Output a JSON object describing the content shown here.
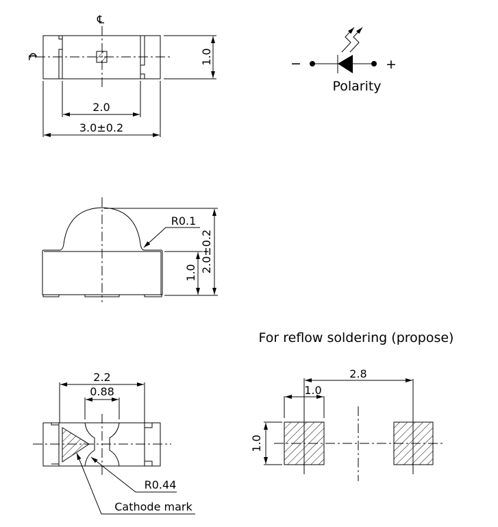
{
  "top_view": {
    "centerline_symbol": "℄",
    "dim_height": "1.0",
    "dim_inner_width": "2.0",
    "dim_overall_width": "3.0±0.2"
  },
  "polarity": {
    "minus": "−",
    "plus": "+",
    "label": "Polarity"
  },
  "side_view": {
    "radius_label": "R0.1",
    "dim_body_height": "1.0",
    "dim_total_height": "2.0±0.2"
  },
  "bottom_view": {
    "dim_outer": "2.2",
    "dim_waist": "0.88",
    "radius_label": "R0.44",
    "cathode_label": "Cathode mark"
  },
  "footprint": {
    "title": "For reflow soldering (propose)",
    "dim_pitch": "2.8",
    "dim_pad_width": "1.0",
    "dim_pad_height": "1.0"
  }
}
